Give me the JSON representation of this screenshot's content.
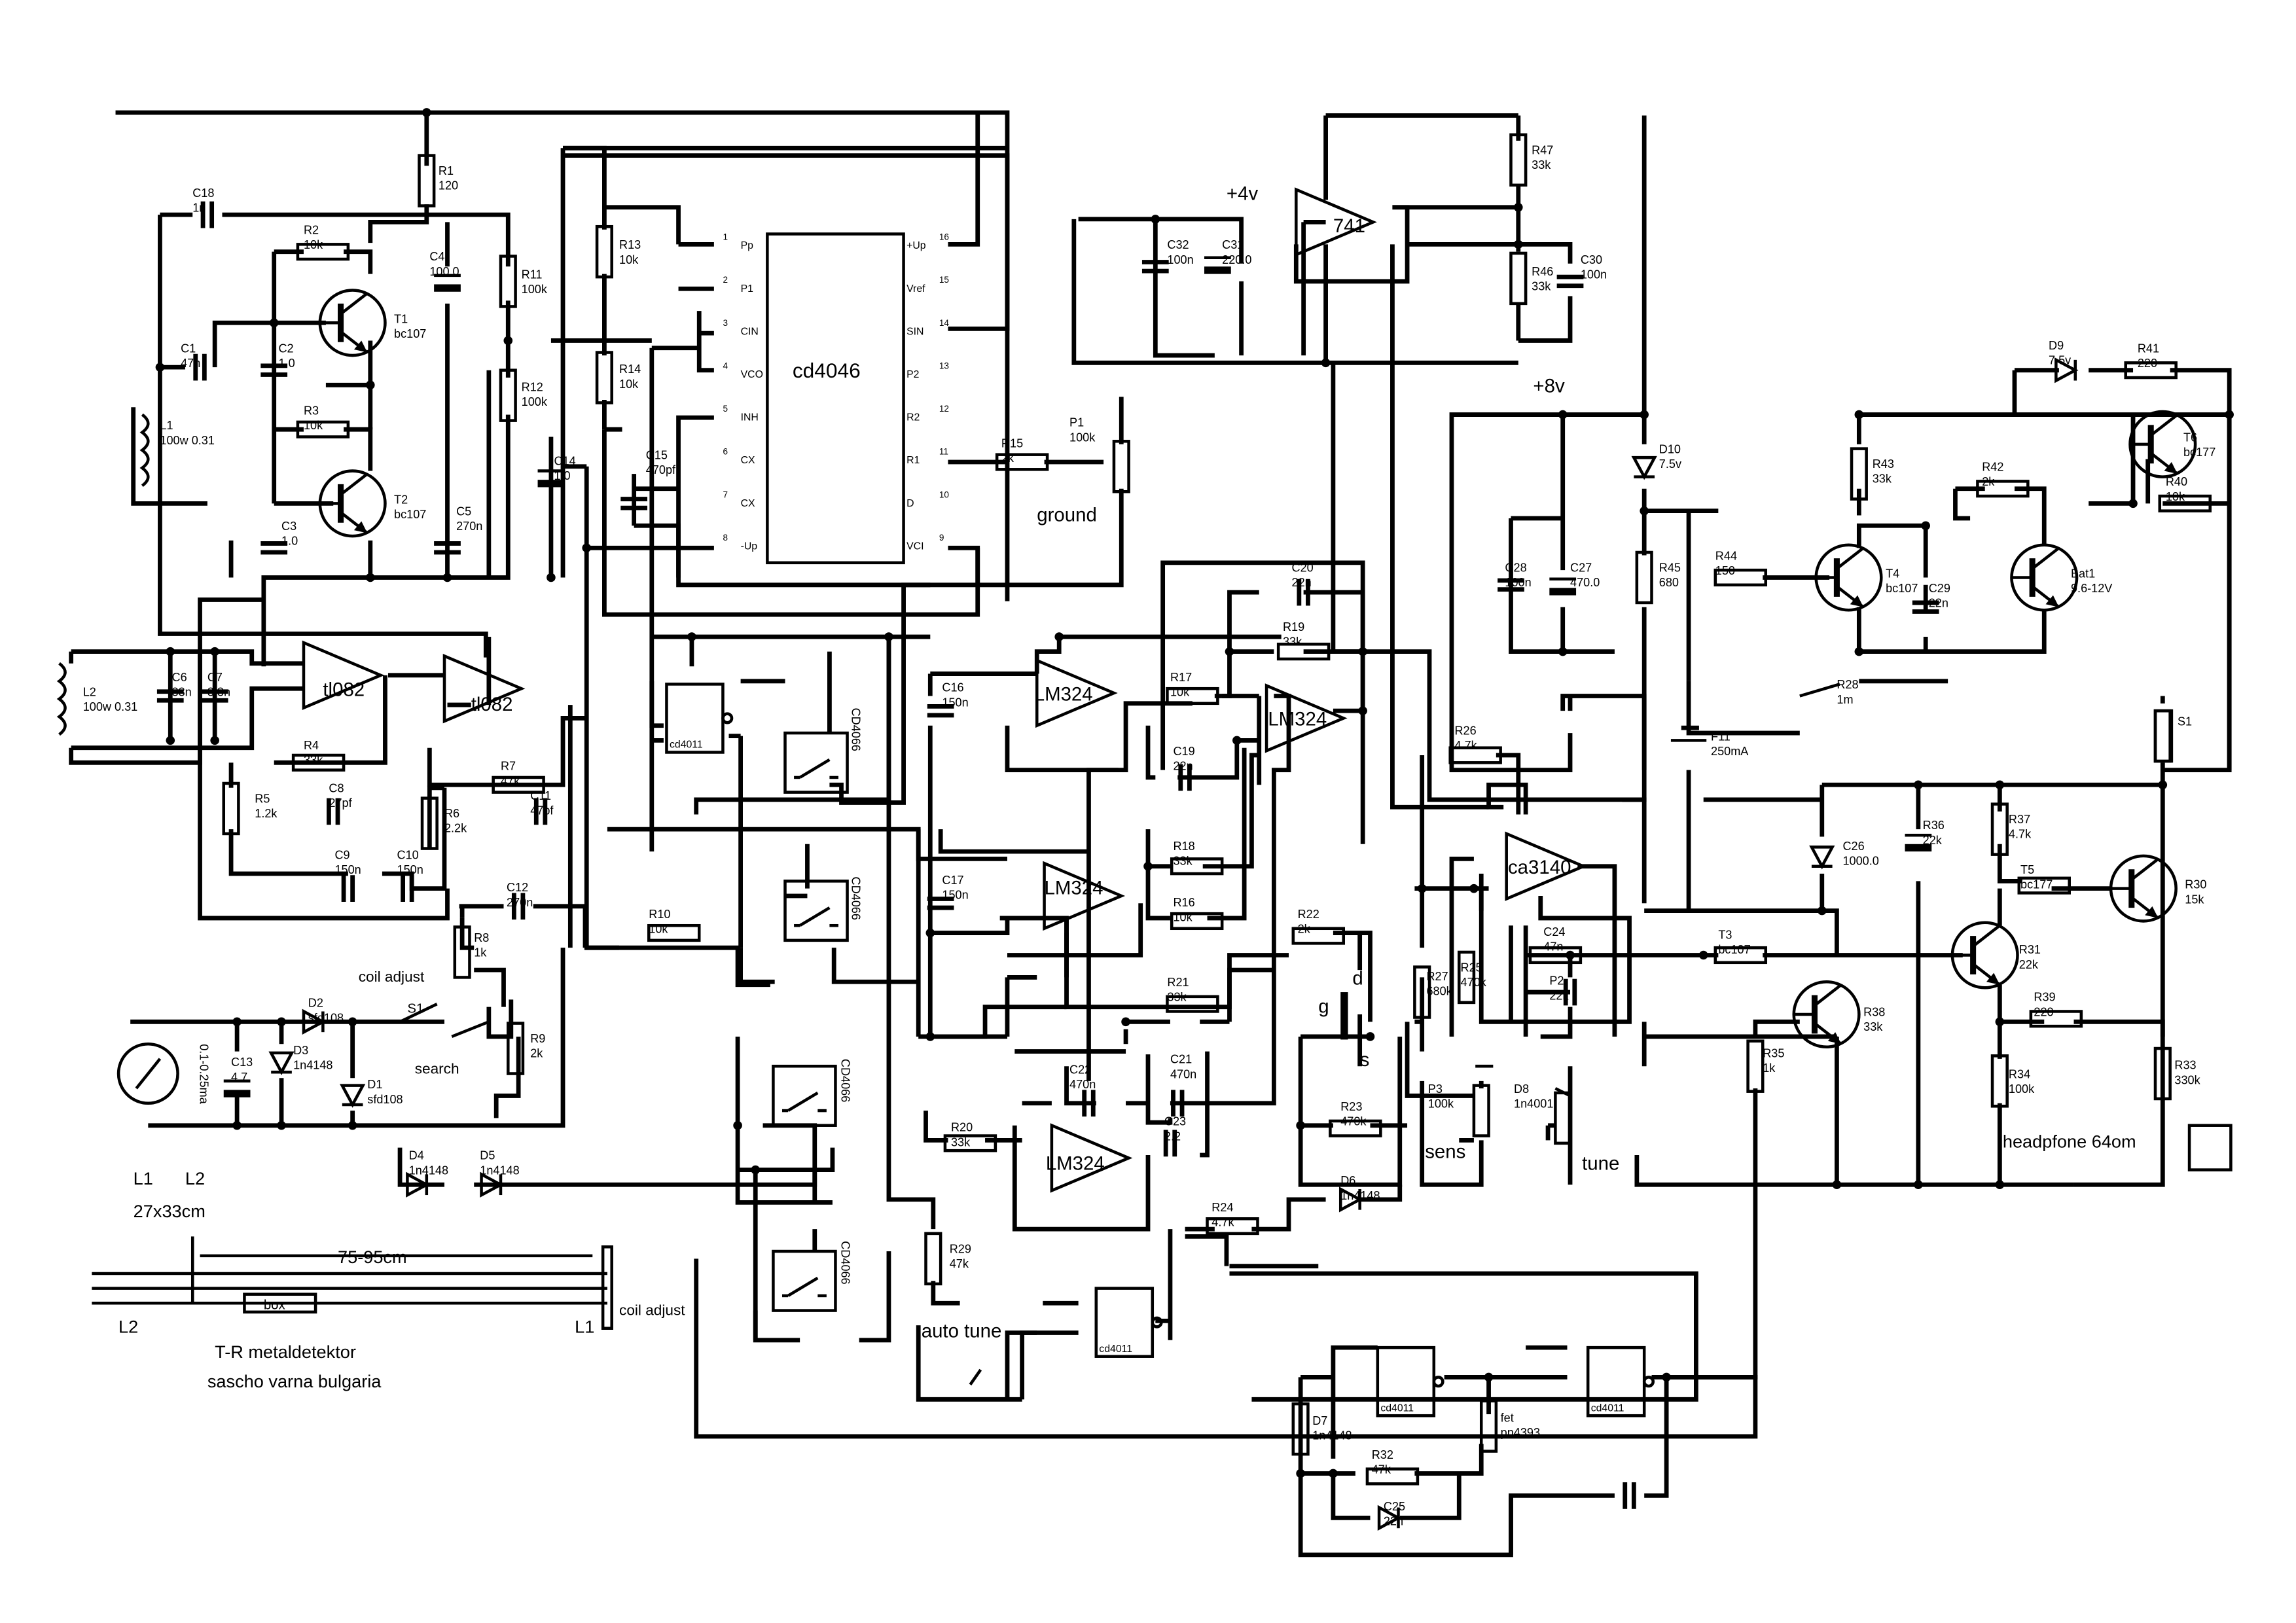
{
  "title_lines": [
    "T-R metaldetektor",
    "sascho varna bulgaria"
  ],
  "coil_note": {
    "top_left": "L1",
    "top_right": "L2",
    "size": "27x33cm",
    "span": "75-95cm",
    "box": "box",
    "end_left": "L2",
    "end_right": "L1",
    "adjust": "coil adjust"
  },
  "power_labels": {
    "plus4": "+4v",
    "plus8": "+8v"
  },
  "ic_labels": {
    "pll": "cd4046",
    "u1a": "tl082",
    "u1b": "tl082",
    "u2a": "LM324",
    "u2b": "LM324",
    "u2c": "LM324",
    "u2d": "LM324",
    "u3": "741",
    "u4": "ca3140",
    "nand1": "cd4011",
    "nand2": "cd4011",
    "nand3": "cd4011",
    "nand4": "cd4011",
    "sw": "CD4066"
  },
  "cd4046_pins_left": [
    {
      "n": "1",
      "name": "Pp"
    },
    {
      "n": "2",
      "name": "P1"
    },
    {
      "n": "3",
      "name": "CIN"
    },
    {
      "n": "4",
      "name": "VCO"
    },
    {
      "n": "5",
      "name": "INH"
    },
    {
      "n": "6",
      "name": "CX"
    },
    {
      "n": "7",
      "name": "CX"
    },
    {
      "n": "8",
      "name": "-Up"
    }
  ],
  "cd4046_pins_right": [
    {
      "n": "16",
      "name": "+Up"
    },
    {
      "n": "15",
      "name": "Vref"
    },
    {
      "n": "14",
      "name": "SIN"
    },
    {
      "n": "13",
      "name": "P2"
    },
    {
      "n": "12",
      "name": "R2"
    },
    {
      "n": "11",
      "name": "R1"
    },
    {
      "n": "10",
      "name": "D"
    },
    {
      "n": "9",
      "name": "VCI"
    }
  ],
  "components": [
    {
      "ref": "R1",
      "value": "120"
    },
    {
      "ref": "C18",
      "value": "1n"
    },
    {
      "ref": "R2",
      "value": "10k"
    },
    {
      "ref": "C4",
      "value": "100.0"
    },
    {
      "ref": "T1",
      "value": "bc107"
    },
    {
      "ref": "R11",
      "value": "100k"
    },
    {
      "ref": "R12",
      "value": "100k"
    },
    {
      "ref": "C1",
      "value": "47n"
    },
    {
      "ref": "C2",
      "value": "1.0"
    },
    {
      "ref": "R3",
      "value": "10k"
    },
    {
      "ref": "L1",
      "value": "100w 0.31"
    },
    {
      "ref": "T2",
      "value": "bc107"
    },
    {
      "ref": "C5",
      "value": "270n"
    },
    {
      "ref": "C3",
      "value": "1.0"
    },
    {
      "ref": "C14",
      "value": "1.0"
    },
    {
      "ref": "R13",
      "value": "10k"
    },
    {
      "ref": "R14",
      "value": "10k"
    },
    {
      "ref": "C15",
      "value": "470pf"
    },
    {
      "ref": "R15",
      "value": "2k"
    },
    {
      "ref": "P1",
      "value": "100k"
    },
    {
      "ref": "L2",
      "value": "100w 0.31"
    },
    {
      "ref": "C6",
      "value": "33n"
    },
    {
      "ref": "C7",
      "value": "3.3n"
    },
    {
      "ref": "R4",
      "value": "33k"
    },
    {
      "ref": "C8",
      "value": "27pf"
    },
    {
      "ref": "R5",
      "value": "1.2k"
    },
    {
      "ref": "R7",
      "value": "47k"
    },
    {
      "ref": "C11",
      "value": "47pf"
    },
    {
      "ref": "R6",
      "value": "2.2k"
    },
    {
      "ref": "C9",
      "value": "150n"
    },
    {
      "ref": "C10",
      "value": "150n"
    },
    {
      "ref": "C12",
      "value": "270n"
    },
    {
      "ref": "R10",
      "value": "10k"
    },
    {
      "ref": "R8",
      "value": "1k"
    },
    {
      "ref": "R9",
      "value": "2k"
    },
    {
      "ref": "D2",
      "value": "sfd108"
    },
    {
      "ref": "D3",
      "value": "1n4148"
    },
    {
      "ref": "D1",
      "value": "sfd108"
    },
    {
      "ref": "C13",
      "value": "4.7"
    },
    {
      "ref": "D4",
      "value": "1n4148"
    },
    {
      "ref": "D5",
      "value": "1n4148"
    },
    {
      "ref": "C16",
      "value": "150n"
    },
    {
      "ref": "C17",
      "value": "150n"
    },
    {
      "ref": "R17",
      "value": "10k"
    },
    {
      "ref": "C20",
      "value": "22n"
    },
    {
      "ref": "R19",
      "value": "33k"
    },
    {
      "ref": "C19",
      "value": "22n"
    },
    {
      "ref": "R18",
      "value": "33k"
    },
    {
      "ref": "R16",
      "value": "10k"
    },
    {
      "ref": "R21",
      "value": "33k"
    },
    {
      "ref": "R22",
      "value": "2k"
    },
    {
      "ref": "C22",
      "value": "470n"
    },
    {
      "ref": "C21",
      "value": "470n"
    },
    {
      "ref": "R20",
      "value": "33k"
    },
    {
      "ref": "C23",
      "value": "2.2"
    },
    {
      "ref": "R23",
      "value": "470k"
    },
    {
      "ref": "R24",
      "value": "4.7k"
    },
    {
      "ref": "D6",
      "value": "1n4148"
    },
    {
      "ref": "R29",
      "value": "47k"
    },
    {
      "ref": "C32",
      "value": "100n"
    },
    {
      "ref": "C31",
      "value": "220.0"
    },
    {
      "ref": "R47",
      "value": "33k"
    },
    {
      "ref": "R46",
      "value": "33k"
    },
    {
      "ref": "C30",
      "value": "100n"
    },
    {
      "ref": "D9",
      "value": "7.5v"
    },
    {
      "ref": "R41",
      "value": "220"
    },
    {
      "ref": "T6",
      "value": "bc177"
    },
    {
      "ref": "D10",
      "value": "7.5v"
    },
    {
      "ref": "R43",
      "value": "33k"
    },
    {
      "ref": "R42",
      "value": "2k"
    },
    {
      "ref": "R40",
      "value": "10k"
    },
    {
      "ref": "C28",
      "value": "100n"
    },
    {
      "ref": "C27",
      "value": "470.0"
    },
    {
      "ref": "R45",
      "value": "680"
    },
    {
      "ref": "R44",
      "value": "150"
    },
    {
      "ref": "T4",
      "value": "bc107"
    },
    {
      "ref": "C29",
      "value": "22n"
    },
    {
      "ref": "Bat1",
      "value": "9.6-12V"
    },
    {
      "ref": "F11",
      "value": "250mA"
    },
    {
      "ref": "S1",
      "value": ""
    },
    {
      "ref": "R28",
      "value": "1m"
    },
    {
      "ref": "R26",
      "value": "4.7k"
    },
    {
      "ref": "R27",
      "value": "680k"
    },
    {
      "ref": "R25",
      "value": "470k"
    },
    {
      "ref": "C24",
      "value": "47n"
    },
    {
      "ref": "P2",
      "value": "22k"
    },
    {
      "ref": "P3",
      "value": "100k"
    },
    {
      "ref": "D8",
      "value": "1n4001"
    },
    {
      "ref": "C26",
      "value": "1000.0"
    },
    {
      "ref": "R36",
      "value": "22k"
    },
    {
      "ref": "R37",
      "value": "4.7k"
    },
    {
      "ref": "T5",
      "value": "bc177"
    },
    {
      "ref": "R30",
      "value": "15k"
    },
    {
      "ref": "T3",
      "value": "bc107"
    },
    {
      "ref": "R31",
      "value": "22k"
    },
    {
      "ref": "R38",
      "value": "33k"
    },
    {
      "ref": "R35",
      "value": "1k"
    },
    {
      "ref": "R39",
      "value": "220"
    },
    {
      "ref": "R34",
      "value": "100k"
    },
    {
      "ref": "R33",
      "value": "330k"
    },
    {
      "ref": "D7",
      "value": "1n4148"
    },
    {
      "ref": "R32",
      "value": "47k"
    },
    {
      "ref": "C25",
      "value": "22n"
    },
    {
      "ref": "fet",
      "value": "pn4393"
    }
  ],
  "texts": {
    "ground": "ground",
    "coil_adjust": "coil adjust",
    "search": "search",
    "s1": "S1",
    "meter": "0.1-0.25ma",
    "sens": "sens",
    "tune": "tune",
    "auto_tune": "auto tune",
    "headphone": "headpfone 64om",
    "fet_g": "g",
    "fet_d": "d",
    "fet_s": "s"
  }
}
